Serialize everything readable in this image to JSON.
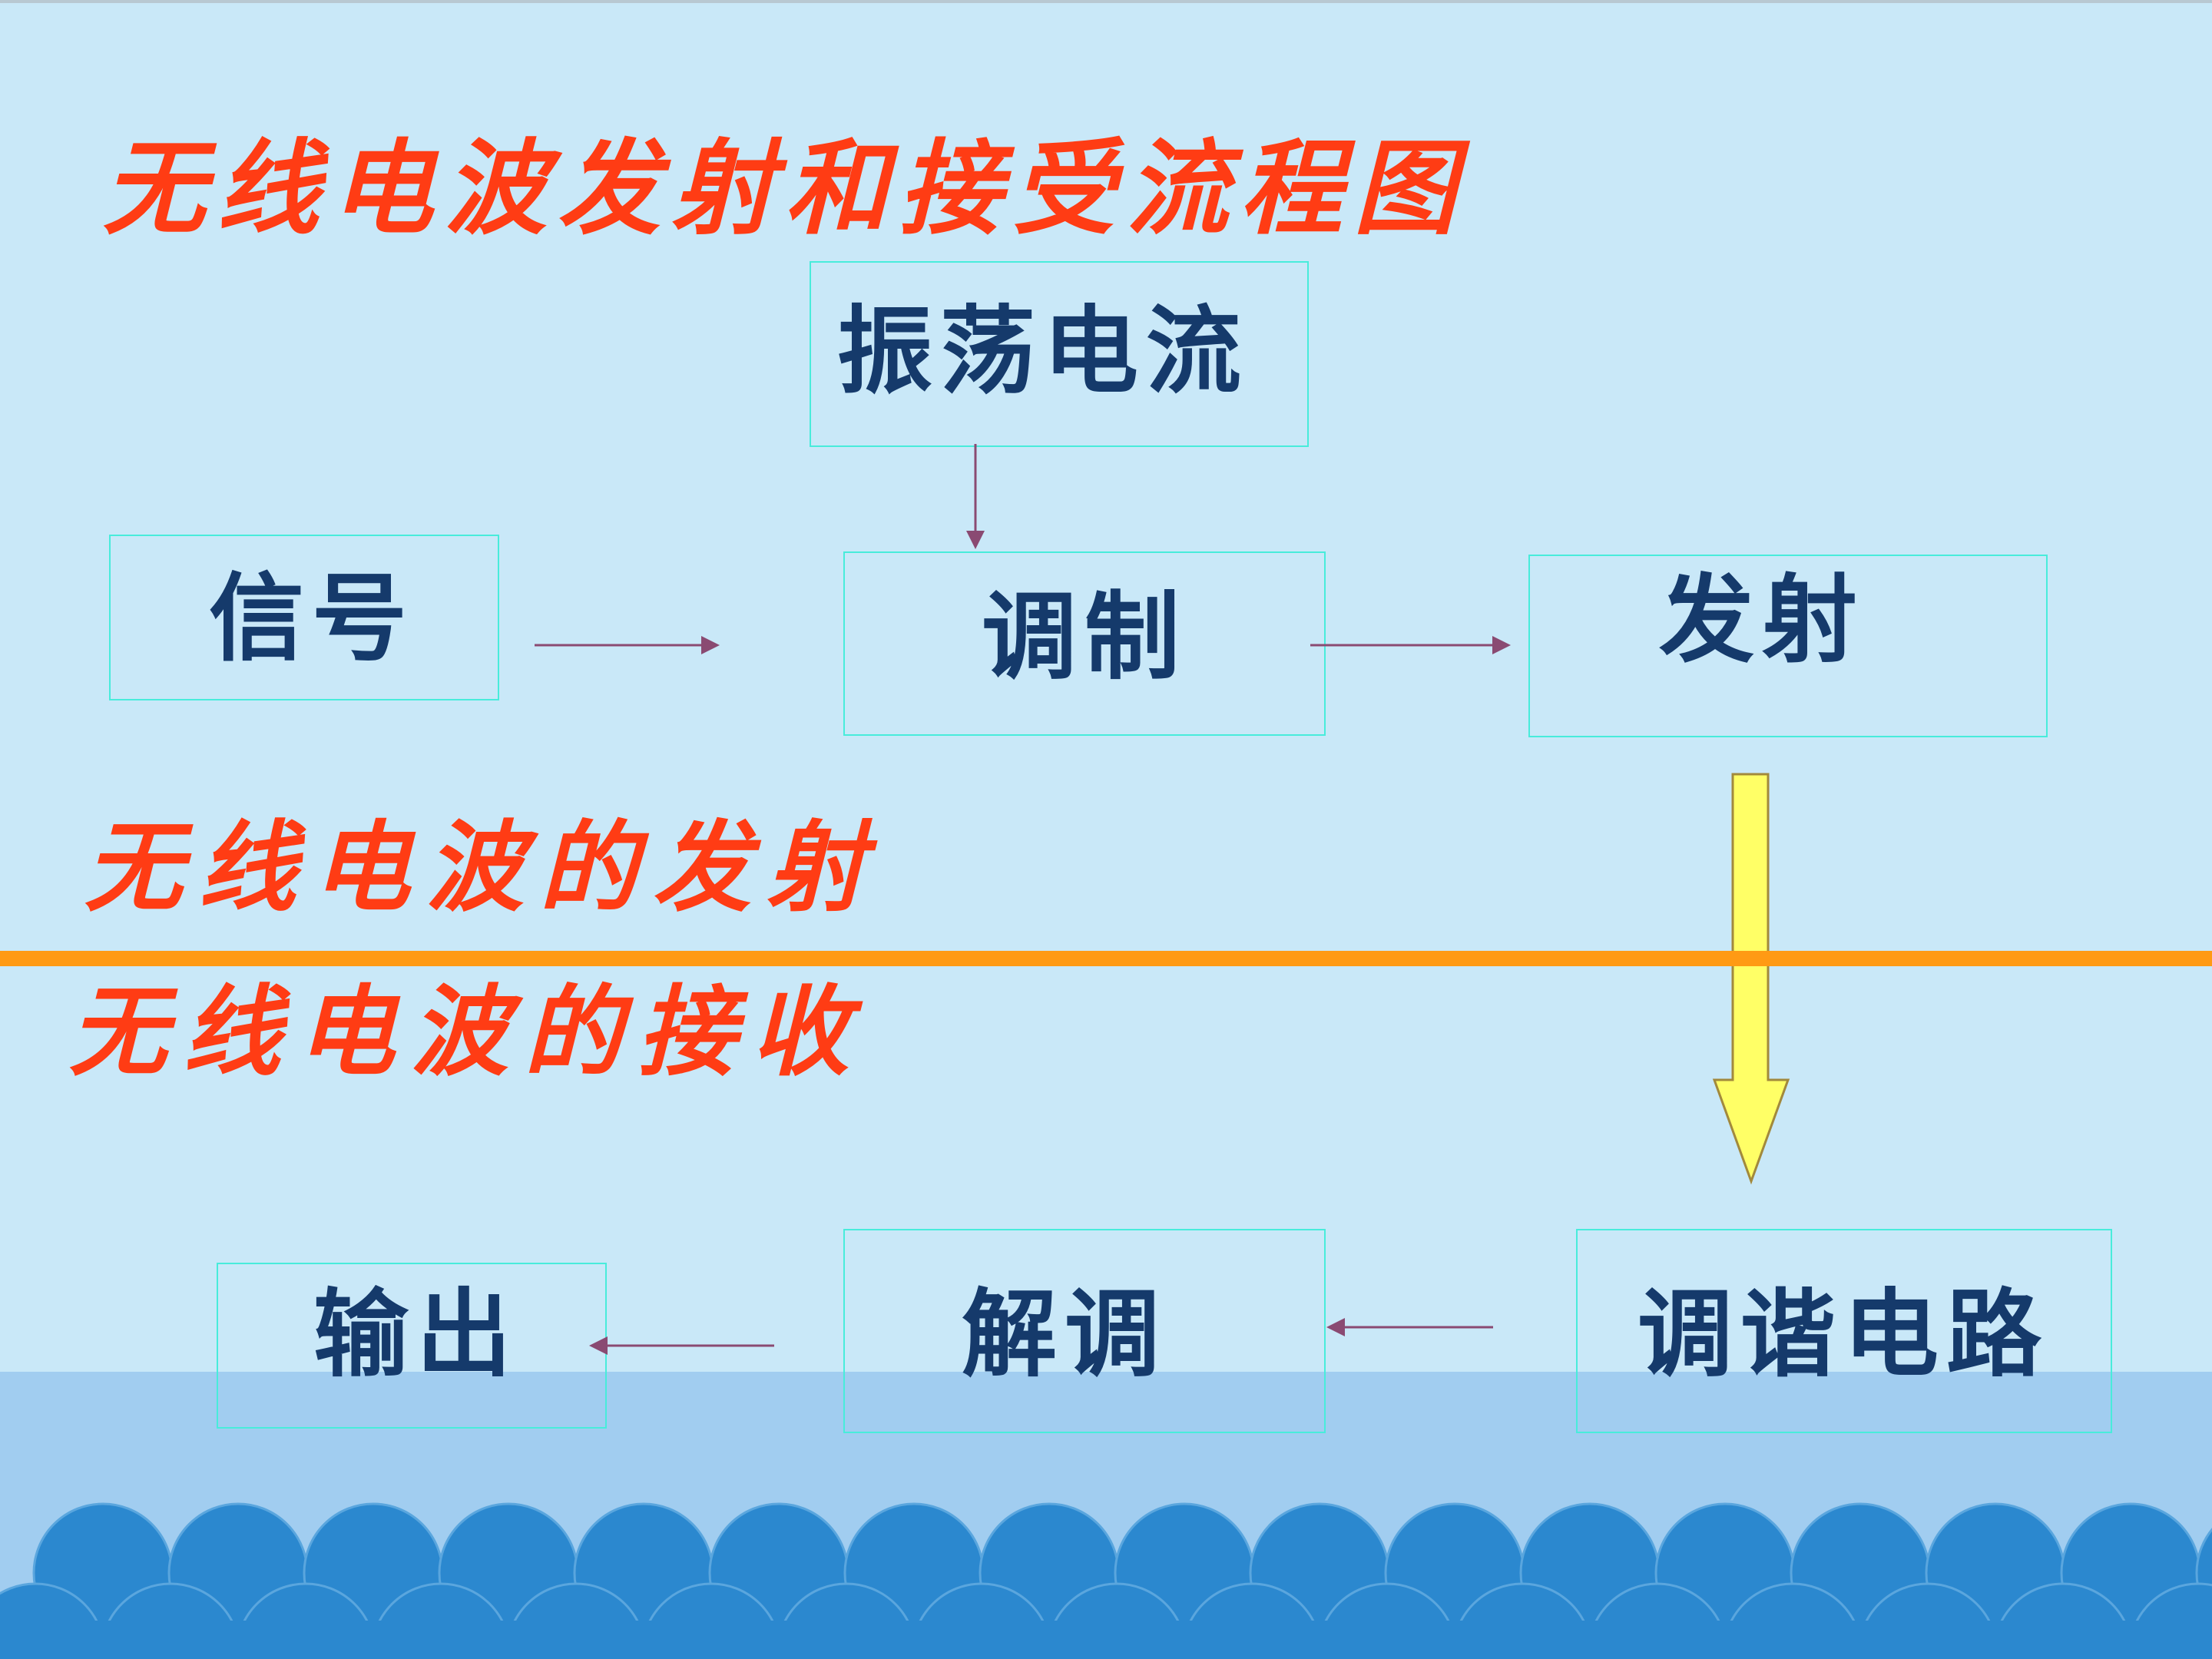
{
  "title": "无线电波发射和接受流程图",
  "sections": {
    "transmit": "无线电波的发射",
    "receive": "无线电波的接收"
  },
  "nodes": {
    "oscillating_current": "振荡电流",
    "signal": "信号",
    "modulation": "调制",
    "transmit": "发射",
    "tuning_circuit": "调谐电路",
    "demodulation": "解调",
    "output": "输出"
  },
  "colors": {
    "heading": "#ff3c14",
    "node_text": "#153a6b",
    "box_border": "#48ecdb",
    "arrow": "#8a4a72",
    "divider": "#ff9a14",
    "big_arrow_fill": "#ffff66",
    "wave": "#2b88cf",
    "background": "#c9e8f8"
  }
}
